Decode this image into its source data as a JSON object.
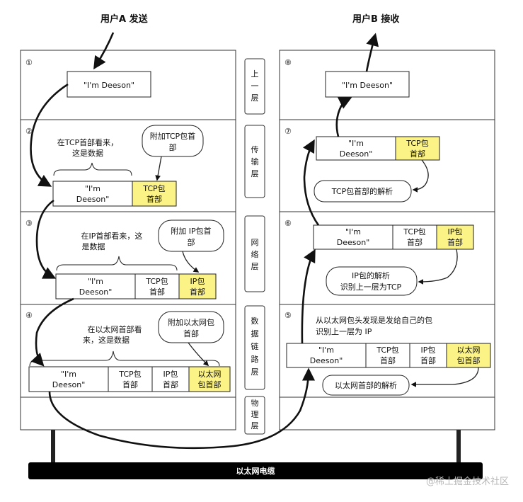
{
  "sender_title": "用户A 发送",
  "receiver_title": "用户B 接收",
  "layers": {
    "upper": [
      "上",
      "一",
      "层"
    ],
    "transport": [
      "传",
      "输",
      "层"
    ],
    "network": [
      "网",
      "络",
      "层"
    ],
    "datalink": [
      "数",
      "据",
      "链",
      "路",
      "层"
    ],
    "physical": [
      "物",
      "理",
      "层"
    ]
  },
  "left": {
    "nums": [
      "①",
      "②",
      "③",
      "④"
    ],
    "data": "\"I'm Deeson\"",
    "data_l1": "\"I'm",
    "data_l2": "Deeson\"",
    "tcp_note": [
      "在TCP首部看来，",
      "这是数据"
    ],
    "tcp_bubble": [
      "附加TCP包首",
      "部"
    ],
    "ip_note": [
      "在IP首部看来，这",
      "是数据"
    ],
    "ip_bubble": [
      "附加 IP包首",
      "部"
    ],
    "eth_note": [
      "在以太网首部看",
      "来，这是数据"
    ],
    "eth_bubble": [
      "附加以太网包",
      "首部"
    ]
  },
  "right": {
    "nums": [
      "⑧",
      "⑦",
      "⑥",
      "⑤"
    ],
    "data": "\"I'm Deeson\"",
    "data_l1": "\"I'm",
    "data_l2": "Deeson\"",
    "tcp_parse": "TCP包首部的解析",
    "ip_parse": [
      "IP包的解析",
      "识别上一层为TCP"
    ],
    "eth_note": [
      "从以太网包头发现是发给自己的包",
      "识别上一层为 IP"
    ],
    "eth_parse": "以太网首部的解析"
  },
  "headers": {
    "tcp": [
      "TCP包",
      "首部"
    ],
    "ip": [
      "IP包",
      "首部"
    ],
    "eth_l": [
      "以太网",
      "包首部"
    ],
    "eth_r": [
      "以太网",
      "包首部"
    ]
  },
  "cable_label": "以太网电缆",
  "watermark": "@稀土掘金技术社区",
  "colors": {
    "highlight": "#fcf387",
    "cable": "#000000",
    "line": "#111111"
  }
}
